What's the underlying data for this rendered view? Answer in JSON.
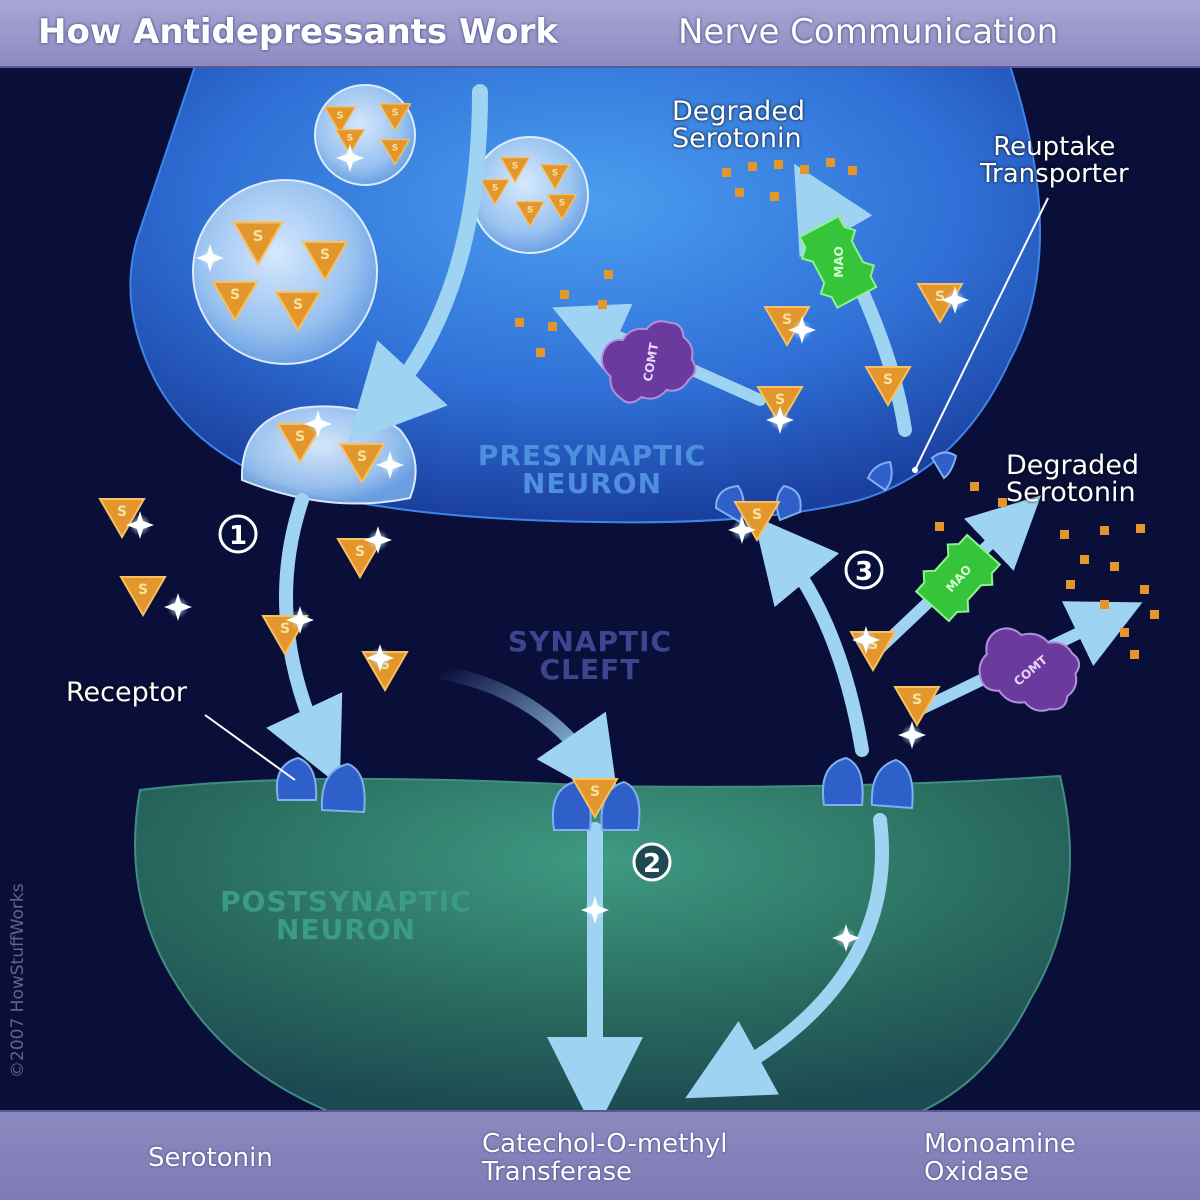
{
  "header": {
    "title": "How Antidepressants Work",
    "subtitle": "Nerve Communication"
  },
  "labels": {
    "degraded_serotonin_top": [
      "Degraded",
      "Serotonin"
    ],
    "reuptake_transporter": [
      "Reuptake",
      "Transporter"
    ],
    "degraded_serotonin_right": [
      "Degraded",
      "Serotonin"
    ],
    "presynaptic": [
      "PRESYNAPTIC",
      "NEURON"
    ],
    "synaptic_cleft": [
      "SYNAPTIC",
      "CLEFT"
    ],
    "postsynaptic": [
      "POSTSYNAPTIC",
      "NEURON"
    ],
    "receptor": "Receptor"
  },
  "steps": [
    "1",
    "2",
    "3"
  ],
  "glyphs": {
    "serotonin": "S",
    "comt": "COMT",
    "mao": "MAO"
  },
  "legend": {
    "serotonin": "Serotonin",
    "comt": [
      "Catechol-O-methyl",
      "Transferase"
    ],
    "mao": [
      "Monoamine",
      "Oxidase"
    ]
  },
  "copyright": "©2007 HowStuffWorks",
  "colors": {
    "background": "#0a0f3a",
    "presynaptic": "#2f6fd6",
    "postsynaptic": "#2f7d6a",
    "serotonin": "#e3962b",
    "comt": "#6a3a9c",
    "mao": "#35c43a",
    "arrow": "#9fd3f2"
  }
}
